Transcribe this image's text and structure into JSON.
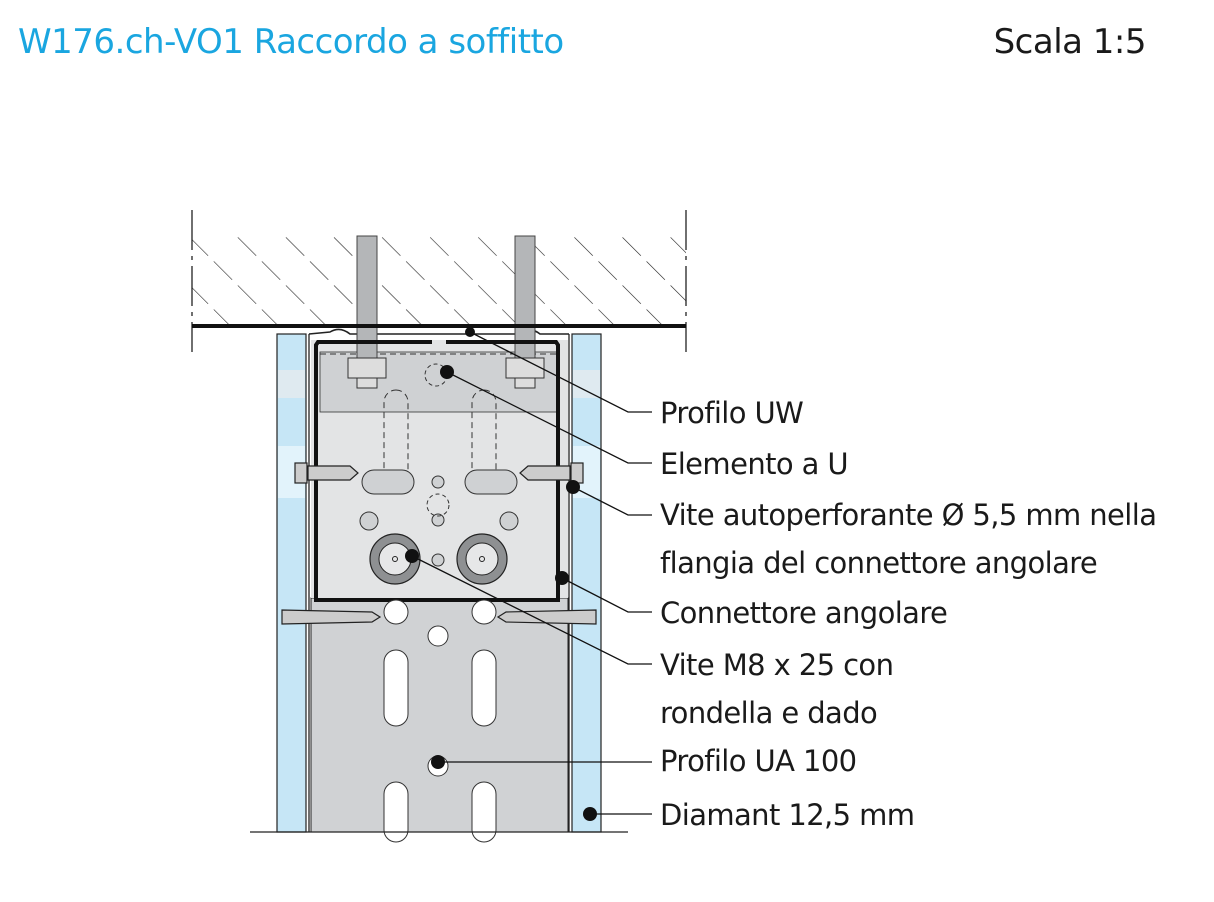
{
  "header": {
    "title": "W176.ch-VO1 Raccordo a soffitto",
    "scale": "Scala 1:5"
  },
  "labels": [
    "Profilo UW",
    "Elemento a U",
    "Vite autoperforante Ø 5,5 mm nella",
    "flangia del connettore angolare",
    "Connettore angolare",
    "Vite M8 x 25 con",
    "rondella e dado",
    "Profilo UA 100",
    "Diamant 12,5 mm"
  ],
  "colors": {
    "title": "#1aa6e0",
    "board": "#c6e6f6",
    "profile": "#d0d2d4",
    "connector": "#e3e4e5"
  }
}
